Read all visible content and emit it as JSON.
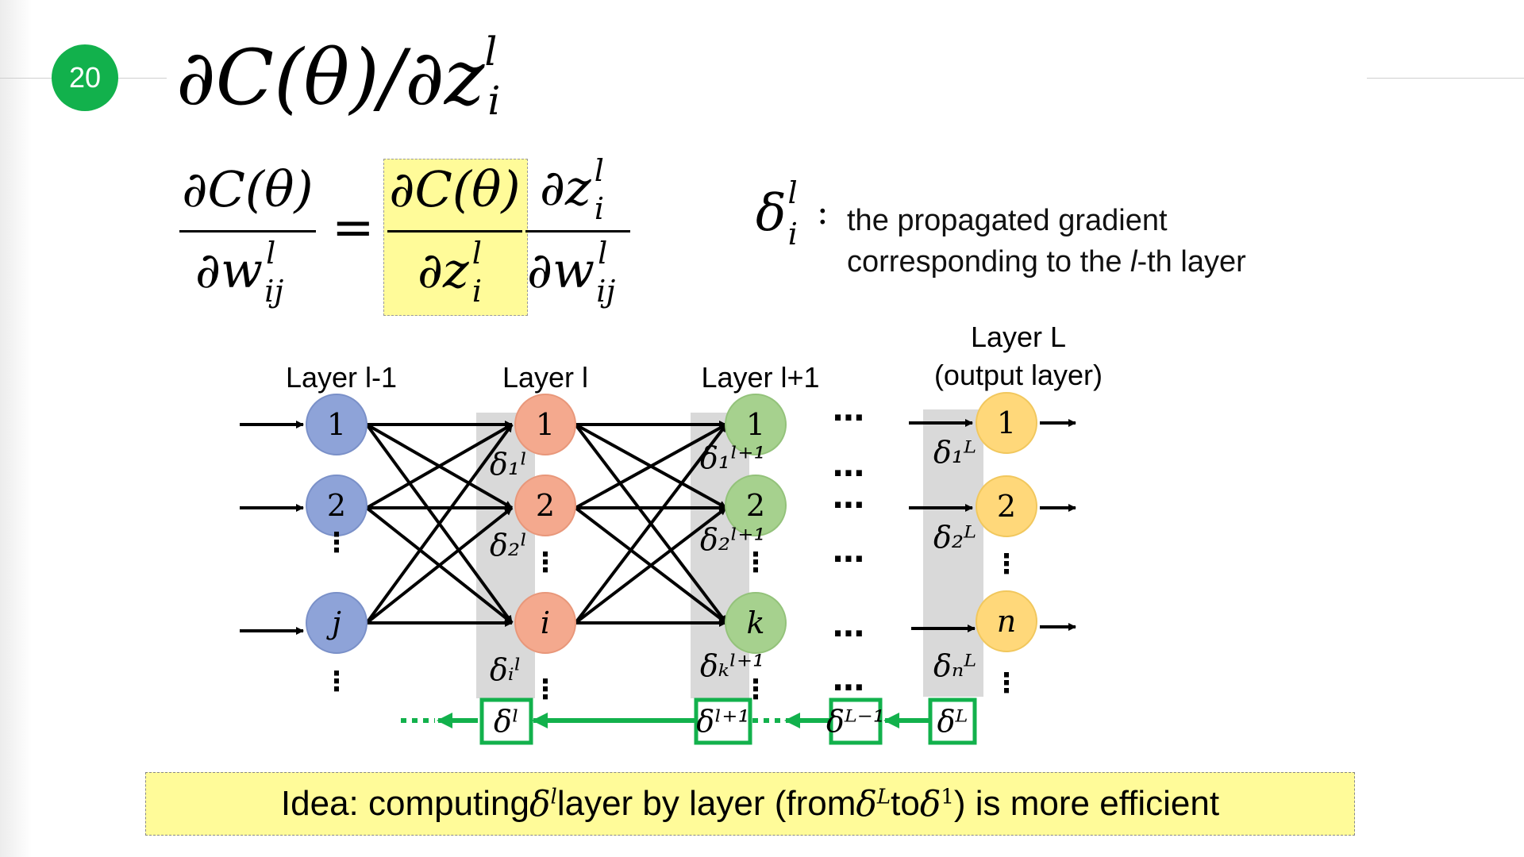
{
  "slide": {
    "number": "20",
    "title_math": "∂C(θ)/∂z",
    "title_sup": "l",
    "title_sub": "i"
  },
  "equation": {
    "lhs_num": "∂C(θ)",
    "lhs_den": "∂w",
    "equals": "=",
    "mid_num": "∂C(θ)",
    "mid_den": "∂z",
    "rhs_num": "∂z",
    "rhs_den": "∂w",
    "sup_l": "l",
    "sub_i": "i",
    "sub_ij": "ij"
  },
  "definition": {
    "symbol": "δ",
    "colon": ":",
    "line1": "the propagated gradient",
    "line2_pre": "corresponding to the ",
    "line2_l": "l",
    "line2_post": "-th layer"
  },
  "layers": {
    "prev": "Layer l-1",
    "current": "Layer l",
    "next": "Layer l+1",
    "output_line1": "Layer L",
    "output_line2": "(output layer)"
  },
  "nodes": {
    "prev": [
      "1",
      "2",
      "j"
    ],
    "current": [
      "1",
      "2",
      "i"
    ],
    "next": [
      "1",
      "2",
      "k"
    ],
    "output": [
      "1",
      "2",
      "n"
    ]
  },
  "colors": {
    "badge": "#12b14c",
    "prev_node": "#8ea3d8",
    "current_node": "#f4a98e",
    "next_node": "#a6d18e",
    "output_node": "#ffd87a",
    "green_arrow": "#12b14c",
    "highlight": "#fffb99",
    "column_shade": "#d9d9d9"
  },
  "deltas": {
    "current": [
      "δ₁ˡ",
      "δ₂ˡ",
      "δᵢˡ"
    ],
    "next": [
      "δ₁ˡ⁺¹",
      "δ₂ˡ⁺¹",
      "δₖˡ⁺¹"
    ],
    "output": [
      "δ₁ᴸ",
      "δ₂ᴸ",
      "δₙᴸ"
    ],
    "chain": [
      "δˡ",
      "δˡ⁺¹",
      "δᴸ⁻¹",
      "δᴸ"
    ]
  },
  "idea": {
    "pre": "Idea: computing ",
    "d1": "δ",
    "d1_sup": "l",
    "mid": " layer by layer (from ",
    "d2": "δ",
    "d2_sup": "L",
    "to": " to ",
    "d3": "δ",
    "d3_sup": "1",
    "post": ") is more efficient"
  }
}
